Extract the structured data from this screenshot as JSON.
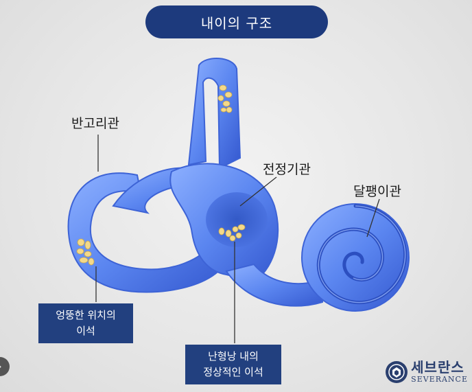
{
  "title": "내이의 구조",
  "labels": {
    "semicircular": "반고리관",
    "vestibule": "전정기관",
    "cochlea": "달팽이관"
  },
  "boxes": {
    "misplaced": [
      "엉뚱한 위치의",
      "이석"
    ],
    "normal": [
      "난형낭 내의",
      "정상적인 이석"
    ]
  },
  "logo": {
    "korean": "세브란스",
    "english": "SEVERANCE"
  },
  "colors": {
    "title_bg": "#1d3a7d",
    "box_bg": "#22407f",
    "organ": "#5b86f0",
    "organ_dark": "#2c4fc0",
    "otolith": "#f3d98a"
  }
}
